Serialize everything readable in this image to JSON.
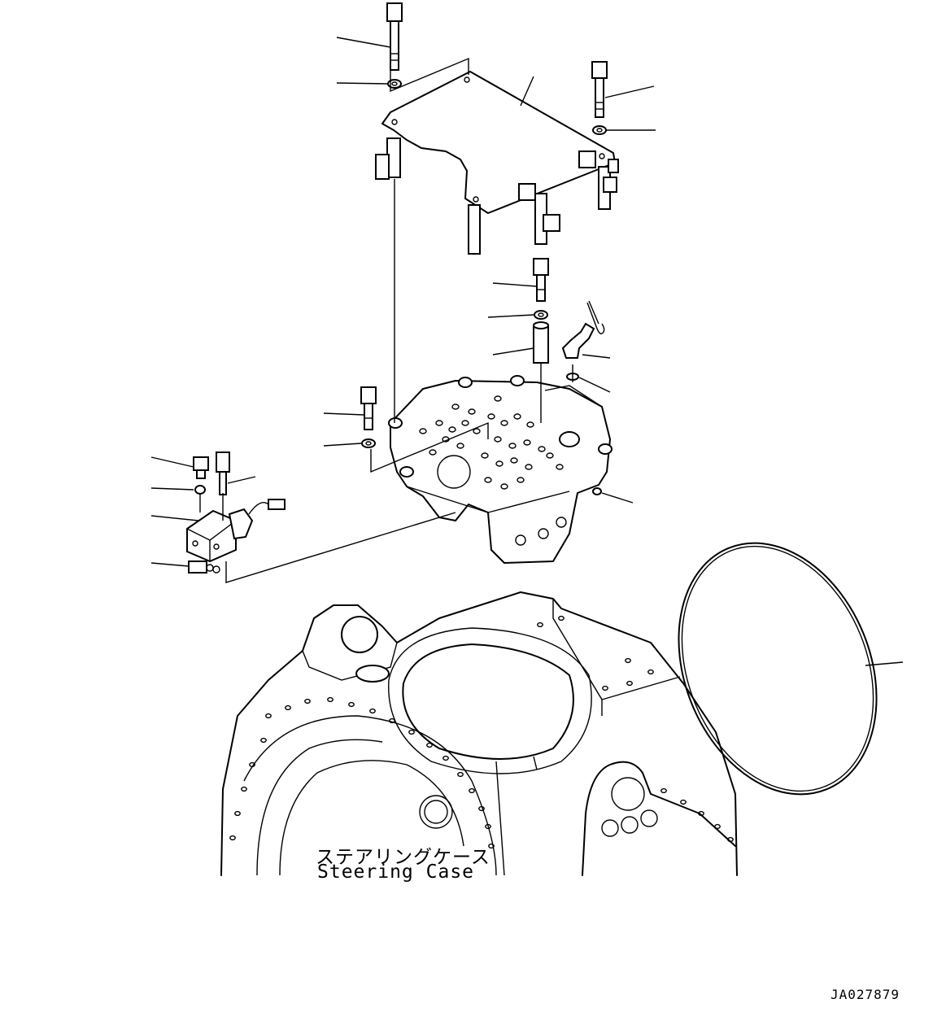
{
  "labels": {
    "case_jp": "ステアリングケース",
    "case_en": "Steering Case"
  },
  "drawing_id": "JA027879"
}
